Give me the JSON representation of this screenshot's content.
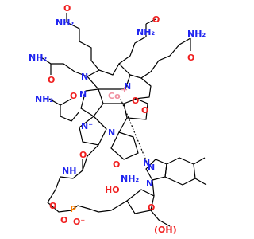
{
  "colors": {
    "bond": "#000000",
    "nitrogen": "#1f24f0",
    "oxygen": "#f01f1f",
    "phosphorus": "#ff8000",
    "cobalt": "#f090a0",
    "background": "#ffffff"
  },
  "labels": {
    "nh2_1": "NH₂",
    "o_1": "O",
    "nh2_2": "NH₂",
    "o_2": "O",
    "o_3": "O",
    "nh2_3": "NH₂",
    "nh2_4": "NH₂",
    "o_4": "O",
    "n_1": "N",
    "o_5": "O",
    "n_2": "N",
    "co": "Co",
    "co_plus": "+",
    "n_3": "N",
    "nh2_5": "NH₂",
    "o_6": "O",
    "n_minus": "N⁻",
    "o_7": "O",
    "n_4": "N",
    "o_8": "O",
    "nh2_6": "NH₂",
    "n_5": "N",
    "nh": "NH",
    "o_9": "O",
    "n_6": "N",
    "n_7": "N",
    "ho_1": "HO",
    "o_10": "O",
    "o_11": "O",
    "p": "P",
    "o_12": "O",
    "o_minus": "O⁻",
    "oh": "(OH)"
  }
}
